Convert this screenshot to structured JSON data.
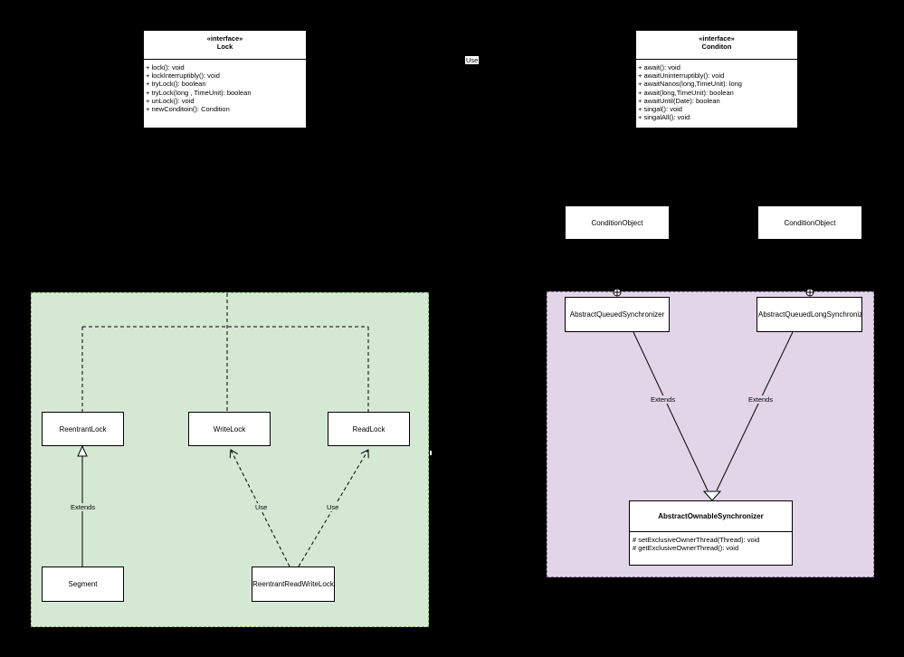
{
  "interfaces": {
    "lock": {
      "stereotype": "«interface»",
      "name": "Lock",
      "members": [
        "+ lock(): void",
        "+ lockInterruptibly(): void",
        "+ tryLock(): boolean",
        "+ tryLock(long , TimeUnit): boolean",
        "+ unLock(): void",
        "+ newConditoin(): Condition"
      ]
    },
    "condition": {
      "stereotype": "«interface»",
      "name": "Conditon",
      "members": [
        "+ await(): void",
        "+ awaitUninterruptibly(): void",
        "+ awaitNanos(long,TimeUnit): long",
        "+ await(long,TimeUnit): boolean",
        "+ awaitUntil(Date): boolean",
        "+ singal(): void",
        "+ singalAll(): void"
      ]
    }
  },
  "labels": {
    "use_top": "Use",
    "extends_left": "Extends",
    "use_writelock": "Use",
    "use_readlock": "Use",
    "extends_aqs": "Extends",
    "extends_aqls": "Extends"
  },
  "boxes": {
    "condition_object_1": "ConditionObject",
    "condition_object_2": "ConditionObject",
    "aqs": "AbstractQueuedSynchronizer",
    "aqls": "AbstractQueuedLongSynchronize",
    "reentrant_lock": "ReentrantLock",
    "write_lock": "WriteLock",
    "read_lock": "ReadLock",
    "segment": "Segment",
    "reentrant_rw_lock": "ReentrantReadWriteLock"
  },
  "aos": {
    "name": "AbstractOwnableSynchronizer",
    "members": [
      "# setExclusiveOwnerThread(Thread): void",
      "# getExclusiveOwnerThread(): void"
    ]
  },
  "colors": {
    "background": "#000000",
    "green_region": "#d5e8d4",
    "purple_region": "#e1d5e7"
  }
}
